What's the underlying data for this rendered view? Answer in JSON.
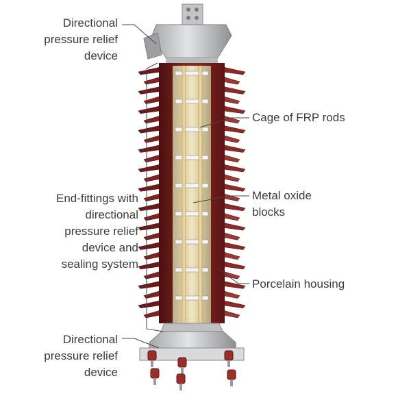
{
  "labels": {
    "top_relief": [
      "Directional",
      "pressure relief",
      "device"
    ],
    "end_fittings": [
      "End-fittings with",
      "directional",
      "pressure relief",
      "device and",
      "sealing system"
    ],
    "bottom_relief": [
      "Directional",
      "pressure relief",
      "device"
    ],
    "cage": [
      "Cage of FRP rods"
    ],
    "metal_oxide": [
      "Metal oxide",
      "blocks"
    ],
    "porcelain": [
      "Porcelain housing"
    ]
  },
  "colors": {
    "porcelain": "#6b1a1a",
    "porcelain_highlight": "#8c2b26",
    "flange": "#c9cacc",
    "flange_dark": "#9a9b9e",
    "rod": "#e9d9a8",
    "block": "#d6d7d9",
    "leader": "#444444",
    "text": "#3c3c3c"
  }
}
